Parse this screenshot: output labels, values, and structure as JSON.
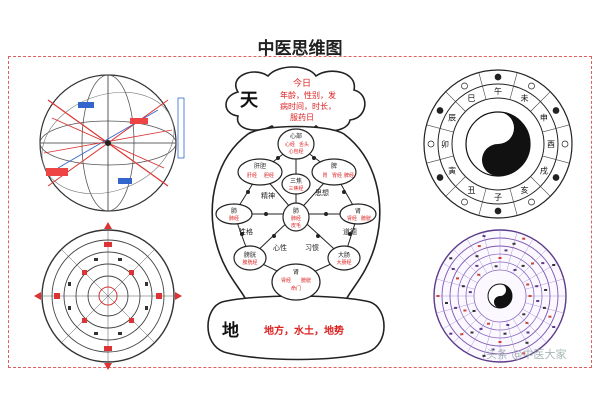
{
  "title": "中医思维图",
  "heaven": {
    "char": "天",
    "lines": [
      "今日",
      "年龄，性别，发",
      "病时间，时长，",
      "服药日"
    ]
  },
  "earth": {
    "char": "地",
    "text": "地方，水土，地势"
  },
  "nodes": {
    "heart": {
      "name": "心部",
      "sub1": "心经",
      "sub2": "舌头",
      "sub3": "心包经"
    },
    "liver": {
      "name": "肝胆",
      "sub1": "肝经",
      "sub2": "胆经"
    },
    "spleen": {
      "name": "脾",
      "sub1": "胃",
      "sub2": "胃经",
      "sub3": "脾经"
    },
    "lung": {
      "name": "肺",
      "sub1": "肺经",
      "sub2": "大肠"
    },
    "kidney": {
      "name": "肾",
      "sub1": "肾经",
      "sub2": "膀胱"
    },
    "bladder": {
      "name": "膀胱",
      "sub1": "膀胱经"
    },
    "sanjiao": {
      "name": "三焦",
      "sub1": "三焦经"
    },
    "stomach": {
      "name": "肾",
      "sub1": "肾经",
      "sub2": "膀胱",
      "sub3": "命门"
    },
    "center": {
      "name": "肺",
      "sub1": "肺经",
      "sub2": "皮毛"
    },
    "large": {
      "name": "大肠",
      "sub1": "大肠经"
    }
  },
  "link_labels": {
    "jingshen": "精神",
    "sixiang": "思想",
    "xingge": "性格",
    "xinxing": "心性",
    "xiguan": "习惯",
    "daode": "道德"
  },
  "taiji_ring": [
    "午",
    "未",
    "申",
    "酉",
    "戌",
    "亥",
    "子",
    "丑",
    "寅",
    "卯",
    "辰",
    "巳"
  ],
  "watermark": "头条 @中医大家"
}
